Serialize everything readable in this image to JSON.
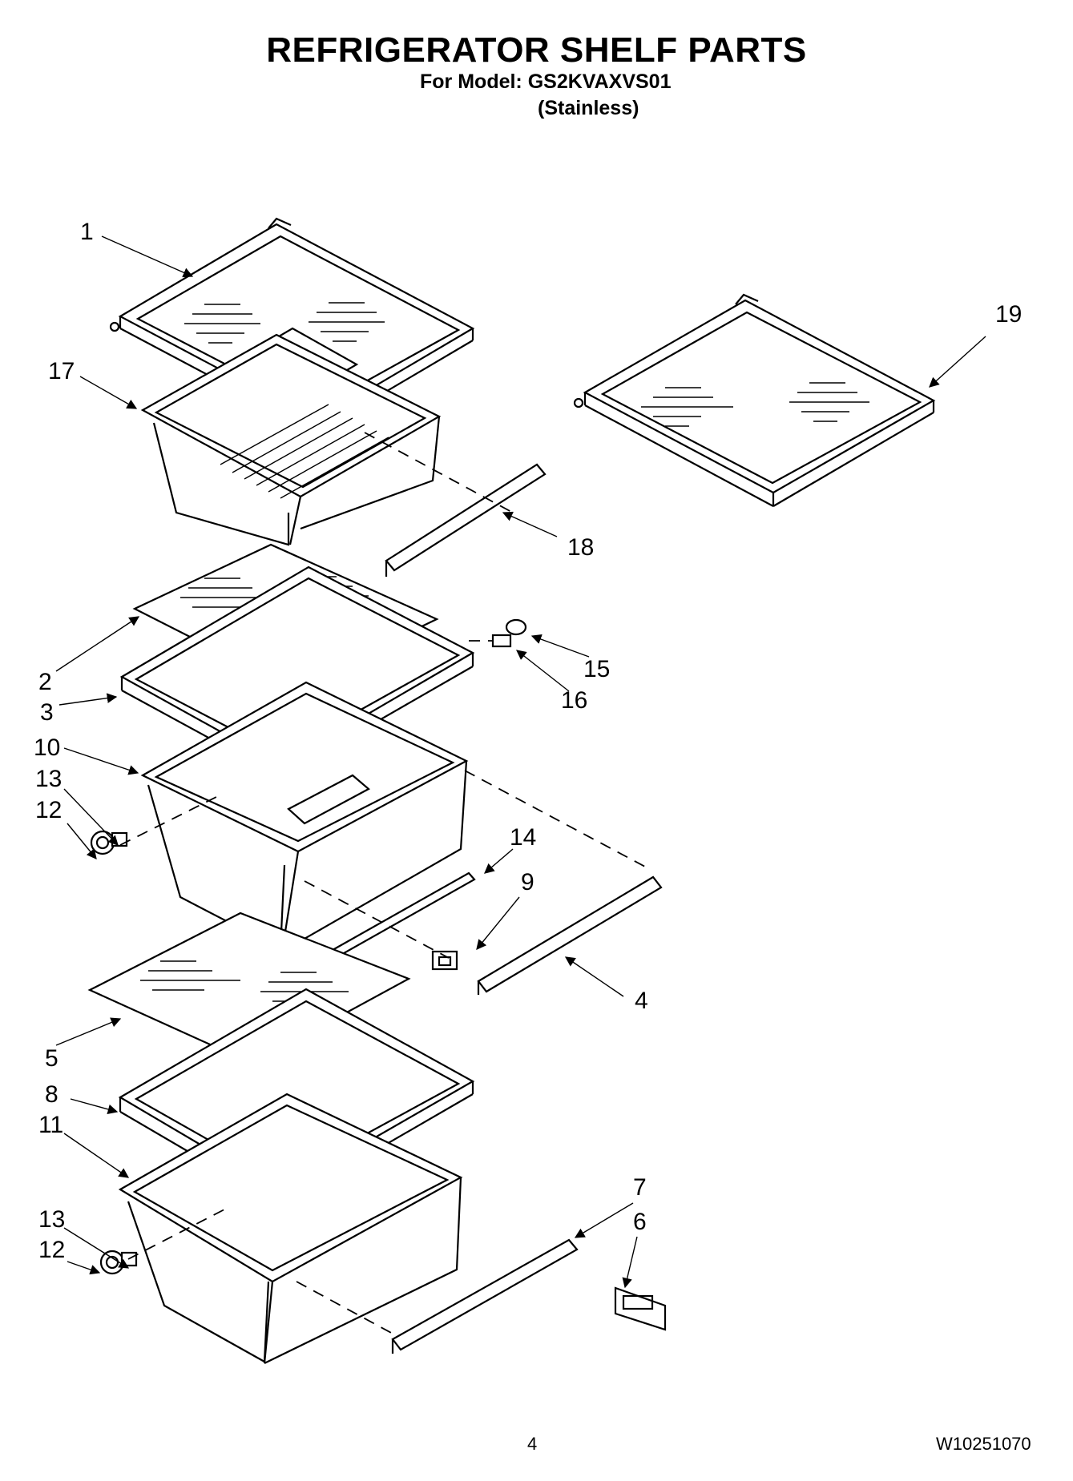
{
  "header": {
    "title": "REFRIGERATOR SHELF PARTS",
    "model_line": "For Model: GS2KVAXVS01",
    "variant": "(Stainless)"
  },
  "callouts": {
    "c1": "1",
    "c2": "2",
    "c3": "3",
    "c4": "4",
    "c5": "5",
    "c6": "6",
    "c7": "7",
    "c8": "8",
    "c9": "9",
    "c10": "10",
    "c11": "11",
    "c12a": "12",
    "c12b": "12",
    "c13a": "13",
    "c13b": "13",
    "c14": "14",
    "c15": "15",
    "c16": "16",
    "c17": "17",
    "c18": "18",
    "c19": "19"
  },
  "footer": {
    "page_number": "4",
    "document_number": "W10251070"
  }
}
